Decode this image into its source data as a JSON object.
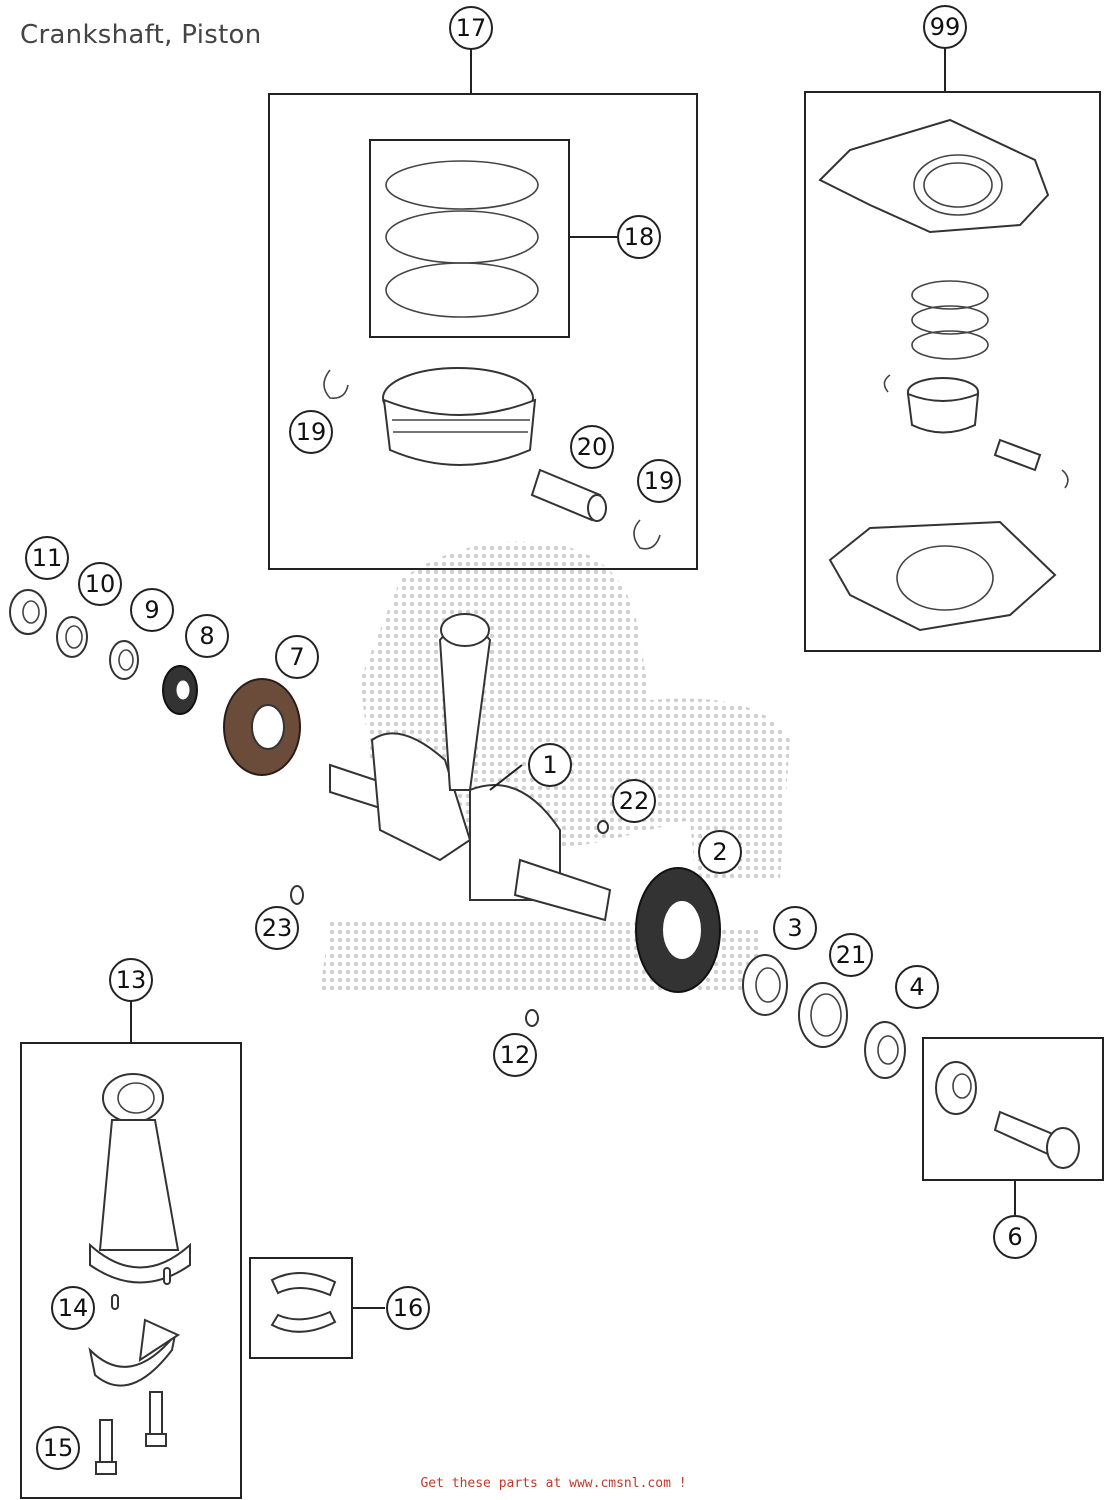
{
  "title": "Crankshaft, Piston",
  "footer": "Get these parts at www.cmsnl.com  !",
  "callouts": {
    "c1": "1",
    "c2": "2",
    "c3": "3",
    "c4": "4",
    "c6": "6",
    "c7": "7",
    "c8": "8",
    "c9": "9",
    "c10": "10",
    "c11": "11",
    "c12": "12",
    "c13": "13",
    "c14": "14",
    "c15": "15",
    "c16": "16",
    "c17": "17",
    "c18": "18",
    "c19a": "19",
    "c19b": "19",
    "c20": "20",
    "c21": "21",
    "c22": "22",
    "c23": "23",
    "c99": "99"
  },
  "colors": {
    "gear_brown": "#6b4c3b",
    "link_red": "#c0392b"
  }
}
